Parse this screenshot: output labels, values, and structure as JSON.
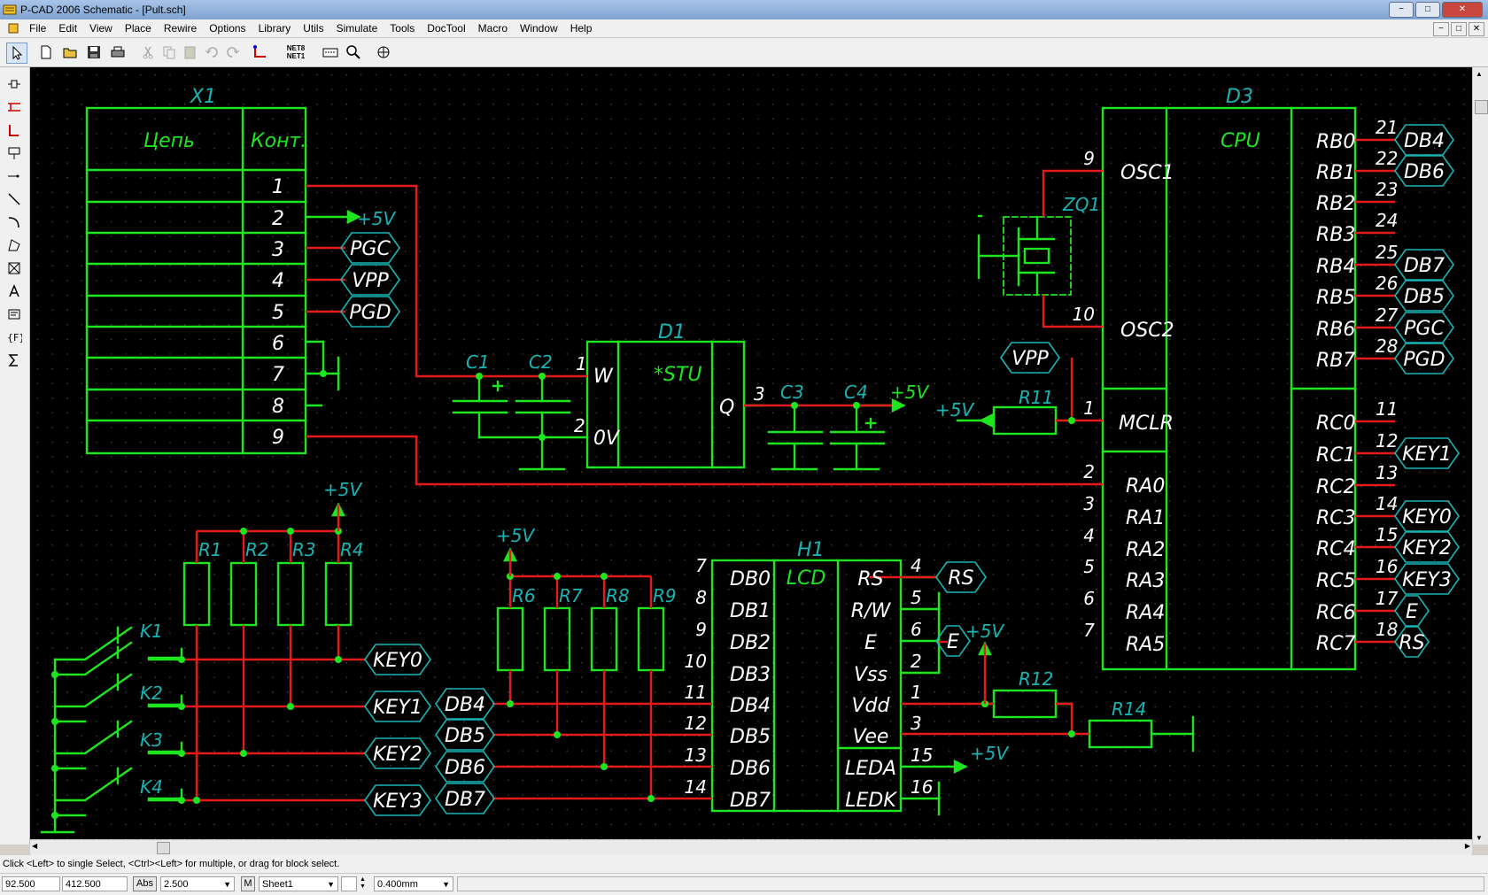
{
  "window": {
    "title": "P-CAD 2006 Schematic - [Pult.sch]",
    "min_label": "−",
    "max_label": "□",
    "close_label": "✕"
  },
  "menu": [
    {
      "id": "file",
      "label": "File"
    },
    {
      "id": "edit",
      "label": "Edit"
    },
    {
      "id": "view",
      "label": "View"
    },
    {
      "id": "place",
      "label": "Place"
    },
    {
      "id": "rewire",
      "label": "Rewire"
    },
    {
      "id": "options",
      "label": "Options"
    },
    {
      "id": "library",
      "label": "Library"
    },
    {
      "id": "utils",
      "label": "Utils"
    },
    {
      "id": "simulate",
      "label": "Simulate"
    },
    {
      "id": "tools",
      "label": "Tools"
    },
    {
      "id": "doctool",
      "label": "DocTool"
    },
    {
      "id": "macro",
      "label": "Macro"
    },
    {
      "id": "window",
      "label": "Window"
    },
    {
      "id": "help",
      "label": "Help"
    }
  ],
  "toolbar": {
    "net_top": "NET8",
    "net_bottom": "NET1"
  },
  "status": {
    "hint": "Click <Left> to single Select, <Ctrl><Left> for multiple, or drag for block select.",
    "x": "92.500",
    "y": "412.500",
    "abs": "Abs",
    "grid": "2.500",
    "m": "M",
    "sheet": "Sheet1",
    "width": "0.400mm"
  },
  "colors": {
    "canvas": "#000000",
    "part": "#1ee61e",
    "wire": "#e61a1a",
    "ref": "#19b4b4",
    "text": "#ffffff",
    "pin_text": "#ffffff"
  },
  "schematic": {
    "x1": {
      "ref": "X1",
      "h1": "Цепь",
      "h2": "Конт.",
      "pins": [
        "1",
        "2",
        "3",
        "4",
        "5",
        "6",
        "7",
        "8",
        "9"
      ]
    },
    "ports_left": [
      "PGC",
      "VPP",
      "PGD"
    ],
    "p5v": "+5V",
    "d1": {
      "ref": "D1",
      "name": "*STU",
      "w": "W",
      "ov": "0V",
      "q": "Q",
      "p1": "1",
      "p2": "2",
      "p3": "3"
    },
    "caps": [
      "C1",
      "C2",
      "C3",
      "C4"
    ],
    "d3": {
      "ref": "D3",
      "name": "CPU",
      "left_top": [
        {
          "pin": "9",
          "name": "OSC1"
        },
        {
          "pin": "10",
          "name": "OSC2"
        }
      ],
      "mclr": {
        "pin": "1",
        "name": "MCLR"
      },
      "ra": [
        {
          "pin": "2",
          "name": "RA0"
        },
        {
          "pin": "3",
          "name": "RA1"
        },
        {
          "pin": "4",
          "name": "RA2"
        },
        {
          "pin": "5",
          "name": "RA3"
        },
        {
          "pin": "6",
          "name": "RA4"
        },
        {
          "pin": "7",
          "name": "RA5"
        }
      ],
      "rb": [
        {
          "pin": "21",
          "name": "RB0",
          "port": "DB4"
        },
        {
          "pin": "22",
          "name": "RB1",
          "port": "DB6"
        },
        {
          "pin": "23",
          "name": "RB2",
          "port": ""
        },
        {
          "pin": "24",
          "name": "RB3",
          "port": ""
        },
        {
          "pin": "25",
          "name": "RB4",
          "port": "DB7"
        },
        {
          "pin": "26",
          "name": "RB5",
          "port": "DB5"
        },
        {
          "pin": "27",
          "name": "RB6",
          "port": "PGC"
        },
        {
          "pin": "28",
          "name": "RB7",
          "port": "PGD"
        }
      ],
      "rc": [
        {
          "pin": "11",
          "name": "RC0",
          "port": ""
        },
        {
          "pin": "12",
          "name": "RC1",
          "port": "KEY1"
        },
        {
          "pin": "13",
          "name": "RC2",
          "port": ""
        },
        {
          "pin": "14",
          "name": "RC3",
          "port": "KEY0"
        },
        {
          "pin": "15",
          "name": "RC4",
          "port": "KEY2"
        },
        {
          "pin": "16",
          "name": "RC5",
          "port": "KEY3"
        },
        {
          "pin": "17",
          "name": "RC6",
          "port": "E"
        },
        {
          "pin": "18",
          "name": "RC7",
          "port": "RS"
        }
      ]
    },
    "zq1": "ZQ1",
    "vpp": "VPP",
    "r11": "R11",
    "r_top": [
      "R1",
      "R2",
      "R3",
      "R4"
    ],
    "r_db": [
      "R6",
      "R7",
      "R8",
      "R9"
    ],
    "keys": [
      "K1",
      "K2",
      "K3",
      "K4"
    ],
    "key_ports": [
      "KEY0",
      "KEY1",
      "KEY2",
      "KEY3"
    ],
    "db_ports": [
      "DB4",
      "DB5",
      "DB6",
      "DB7"
    ],
    "h1": {
      "ref": "H1",
      "name": "LCD",
      "left": [
        {
          "pin": "7",
          "name": "DB0"
        },
        {
          "pin": "8",
          "name": "DB1"
        },
        {
          "pin": "9",
          "name": "DB2"
        },
        {
          "pin": "10",
          "name": "DB3"
        },
        {
          "pin": "11",
          "name": "DB4"
        },
        {
          "pin": "12",
          "name": "DB5"
        },
        {
          "pin": "13",
          "name": "DB6"
        },
        {
          "pin": "14",
          "name": "DB7"
        }
      ],
      "right": [
        {
          "pin": "4",
          "name": "RS"
        },
        {
          "pin": "5",
          "name": "R/W"
        },
        {
          "pin": "6",
          "name": "E"
        },
        {
          "pin": "2",
          "name": "Vss"
        },
        {
          "pin": "1",
          "name": "Vdd"
        },
        {
          "pin": "3",
          "name": "Vee"
        },
        {
          "pin": "15",
          "name": "LEDA"
        },
        {
          "pin": "16",
          "name": "LEDK"
        }
      ]
    },
    "rs_port": "RS",
    "e_port": "E",
    "r12": "R12",
    "r14": "R14"
  }
}
